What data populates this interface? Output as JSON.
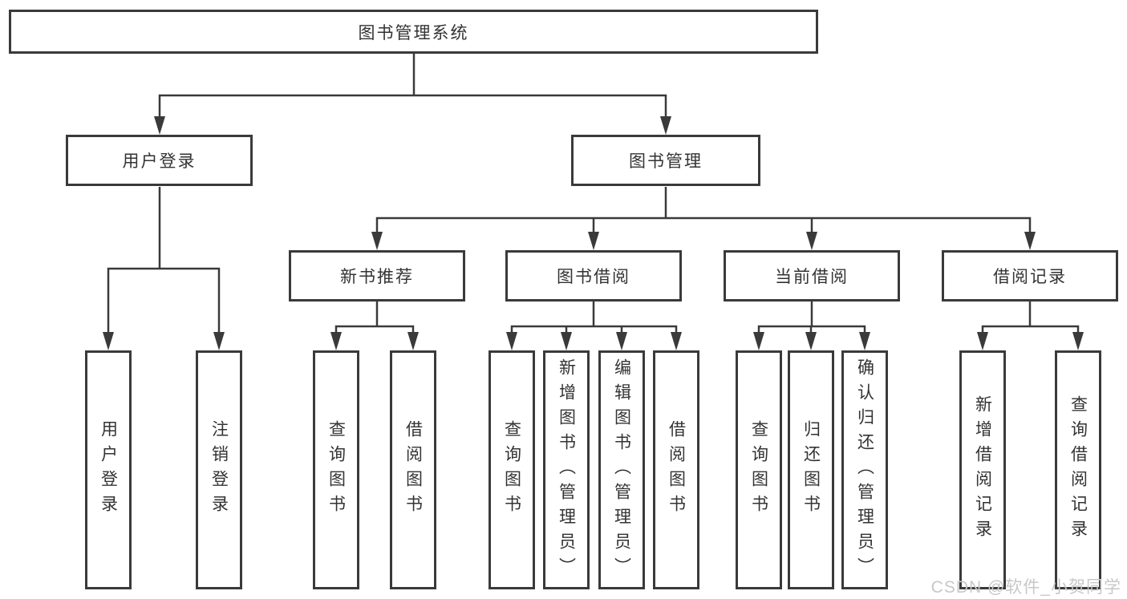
{
  "tree": {
    "root": {
      "label": "图书管理系统"
    },
    "user_login": {
      "label": "用户登录",
      "children": [
        "用户登录",
        "注销登录"
      ]
    },
    "book_management": {
      "label": "图书管理",
      "sections": [
        {
          "label": "新书推荐",
          "children": [
            "查询图书",
            "借阅图书"
          ]
        },
        {
          "label": "图书借阅",
          "children": [
            "查询图书",
            "新增图书（管理员）",
            "编辑图书（管理员）",
            "借阅图书"
          ]
        },
        {
          "label": "当前借阅",
          "children": [
            "查询图书",
            "归还图书",
            "确认归还（管理员）"
          ]
        },
        {
          "label": "借阅记录",
          "children": [
            "新增借阅记录",
            "查询借阅记录"
          ]
        }
      ]
    }
  },
  "watermark": {
    "text": "CSDN @软件_小贺同学"
  },
  "colors": {
    "line": "#3a3a3a",
    "text": "#333333",
    "box_background": "#ffffff",
    "watermark": "#c8c8c8"
  }
}
